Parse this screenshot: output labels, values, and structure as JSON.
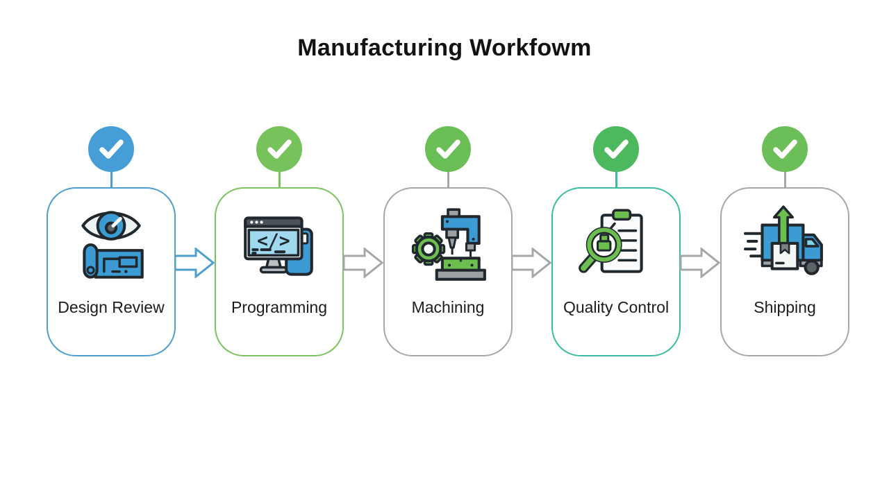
{
  "title": "Manufacturing Workfowm",
  "steps": [
    {
      "label": "Design Review",
      "icon": "design-review-icon",
      "status": "complete",
      "border_color": "#4d9fce",
      "check_color": "#459fd6",
      "stem_color": "#4d9fce"
    },
    {
      "label": "Programming",
      "icon": "programming-icon",
      "status": "complete",
      "border_color": "#7cc25e",
      "check_color": "#76c35b",
      "stem_color": "#7cc25e"
    },
    {
      "label": "Machining",
      "icon": "machining-icon",
      "status": "complete",
      "border_color": "#a5a8aa",
      "check_color": "#69be56",
      "stem_color": "#a5a8aa"
    },
    {
      "label": "Quality Control",
      "icon": "quality-control-icon",
      "status": "complete",
      "border_color": "#3cbd9f",
      "check_color": "#4cb95f",
      "stem_color": "#3cbd9f"
    },
    {
      "label": "Shipping",
      "icon": "shipping-icon",
      "status": "complete",
      "border_color": "#a5a8aa",
      "check_color": "#6cbf58",
      "stem_color": "#a5a8aa"
    }
  ],
  "connectors": [
    {
      "from": "Design Review",
      "to": "Programming",
      "color": "#4d9fce"
    },
    {
      "from": "Programming",
      "to": "Machining",
      "color": "#a5a8aa"
    },
    {
      "from": "Machining",
      "to": "Quality Control",
      "color": "#a5a8aa"
    },
    {
      "from": "Quality Control",
      "to": "Shipping",
      "color": "#a5a8aa"
    }
  ],
  "glyphs": {
    "code": "</>"
  }
}
